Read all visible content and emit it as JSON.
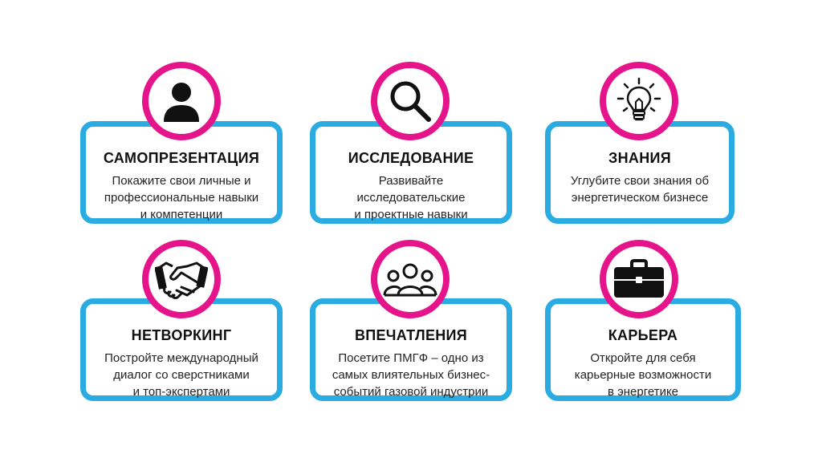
{
  "colors": {
    "card_border": "#2AABE2",
    "badge_border": "#E5148B",
    "icon": "#111111"
  },
  "cards": [
    {
      "title": "САМОПРЕЗЕНТАЦИЯ",
      "text": "Покажите свои личные и\nпрофессиональные навыки\nи компетенции",
      "icon": "person-icon"
    },
    {
      "title": "ИССЛЕДОВАНИЕ",
      "text": "Развивайте\nисследовательские\nи проектные навыки",
      "icon": "magnifier-icon"
    },
    {
      "title": "ЗНАНИЯ",
      "text": "Углубите свои знания об\nэнергетическом бизнесе",
      "icon": "lightbulb-icon"
    },
    {
      "title": "НЕТВОРКИНГ",
      "text": "Постройте международный\nдиалог со сверстниками\nи топ-экспертами",
      "icon": "handshake-icon"
    },
    {
      "title": "ВПЕЧАТЛЕНИЯ",
      "text": "Посетите ПМГФ – одно из\nсамых влиятельных бизнес-\nсобытий газовой индустрии",
      "icon": "group-icon"
    },
    {
      "title": "КАРЬЕРА",
      "text": "Откройте для себя\nкарьерные возможности\nв энергетике",
      "icon": "briefcase-icon"
    }
  ]
}
